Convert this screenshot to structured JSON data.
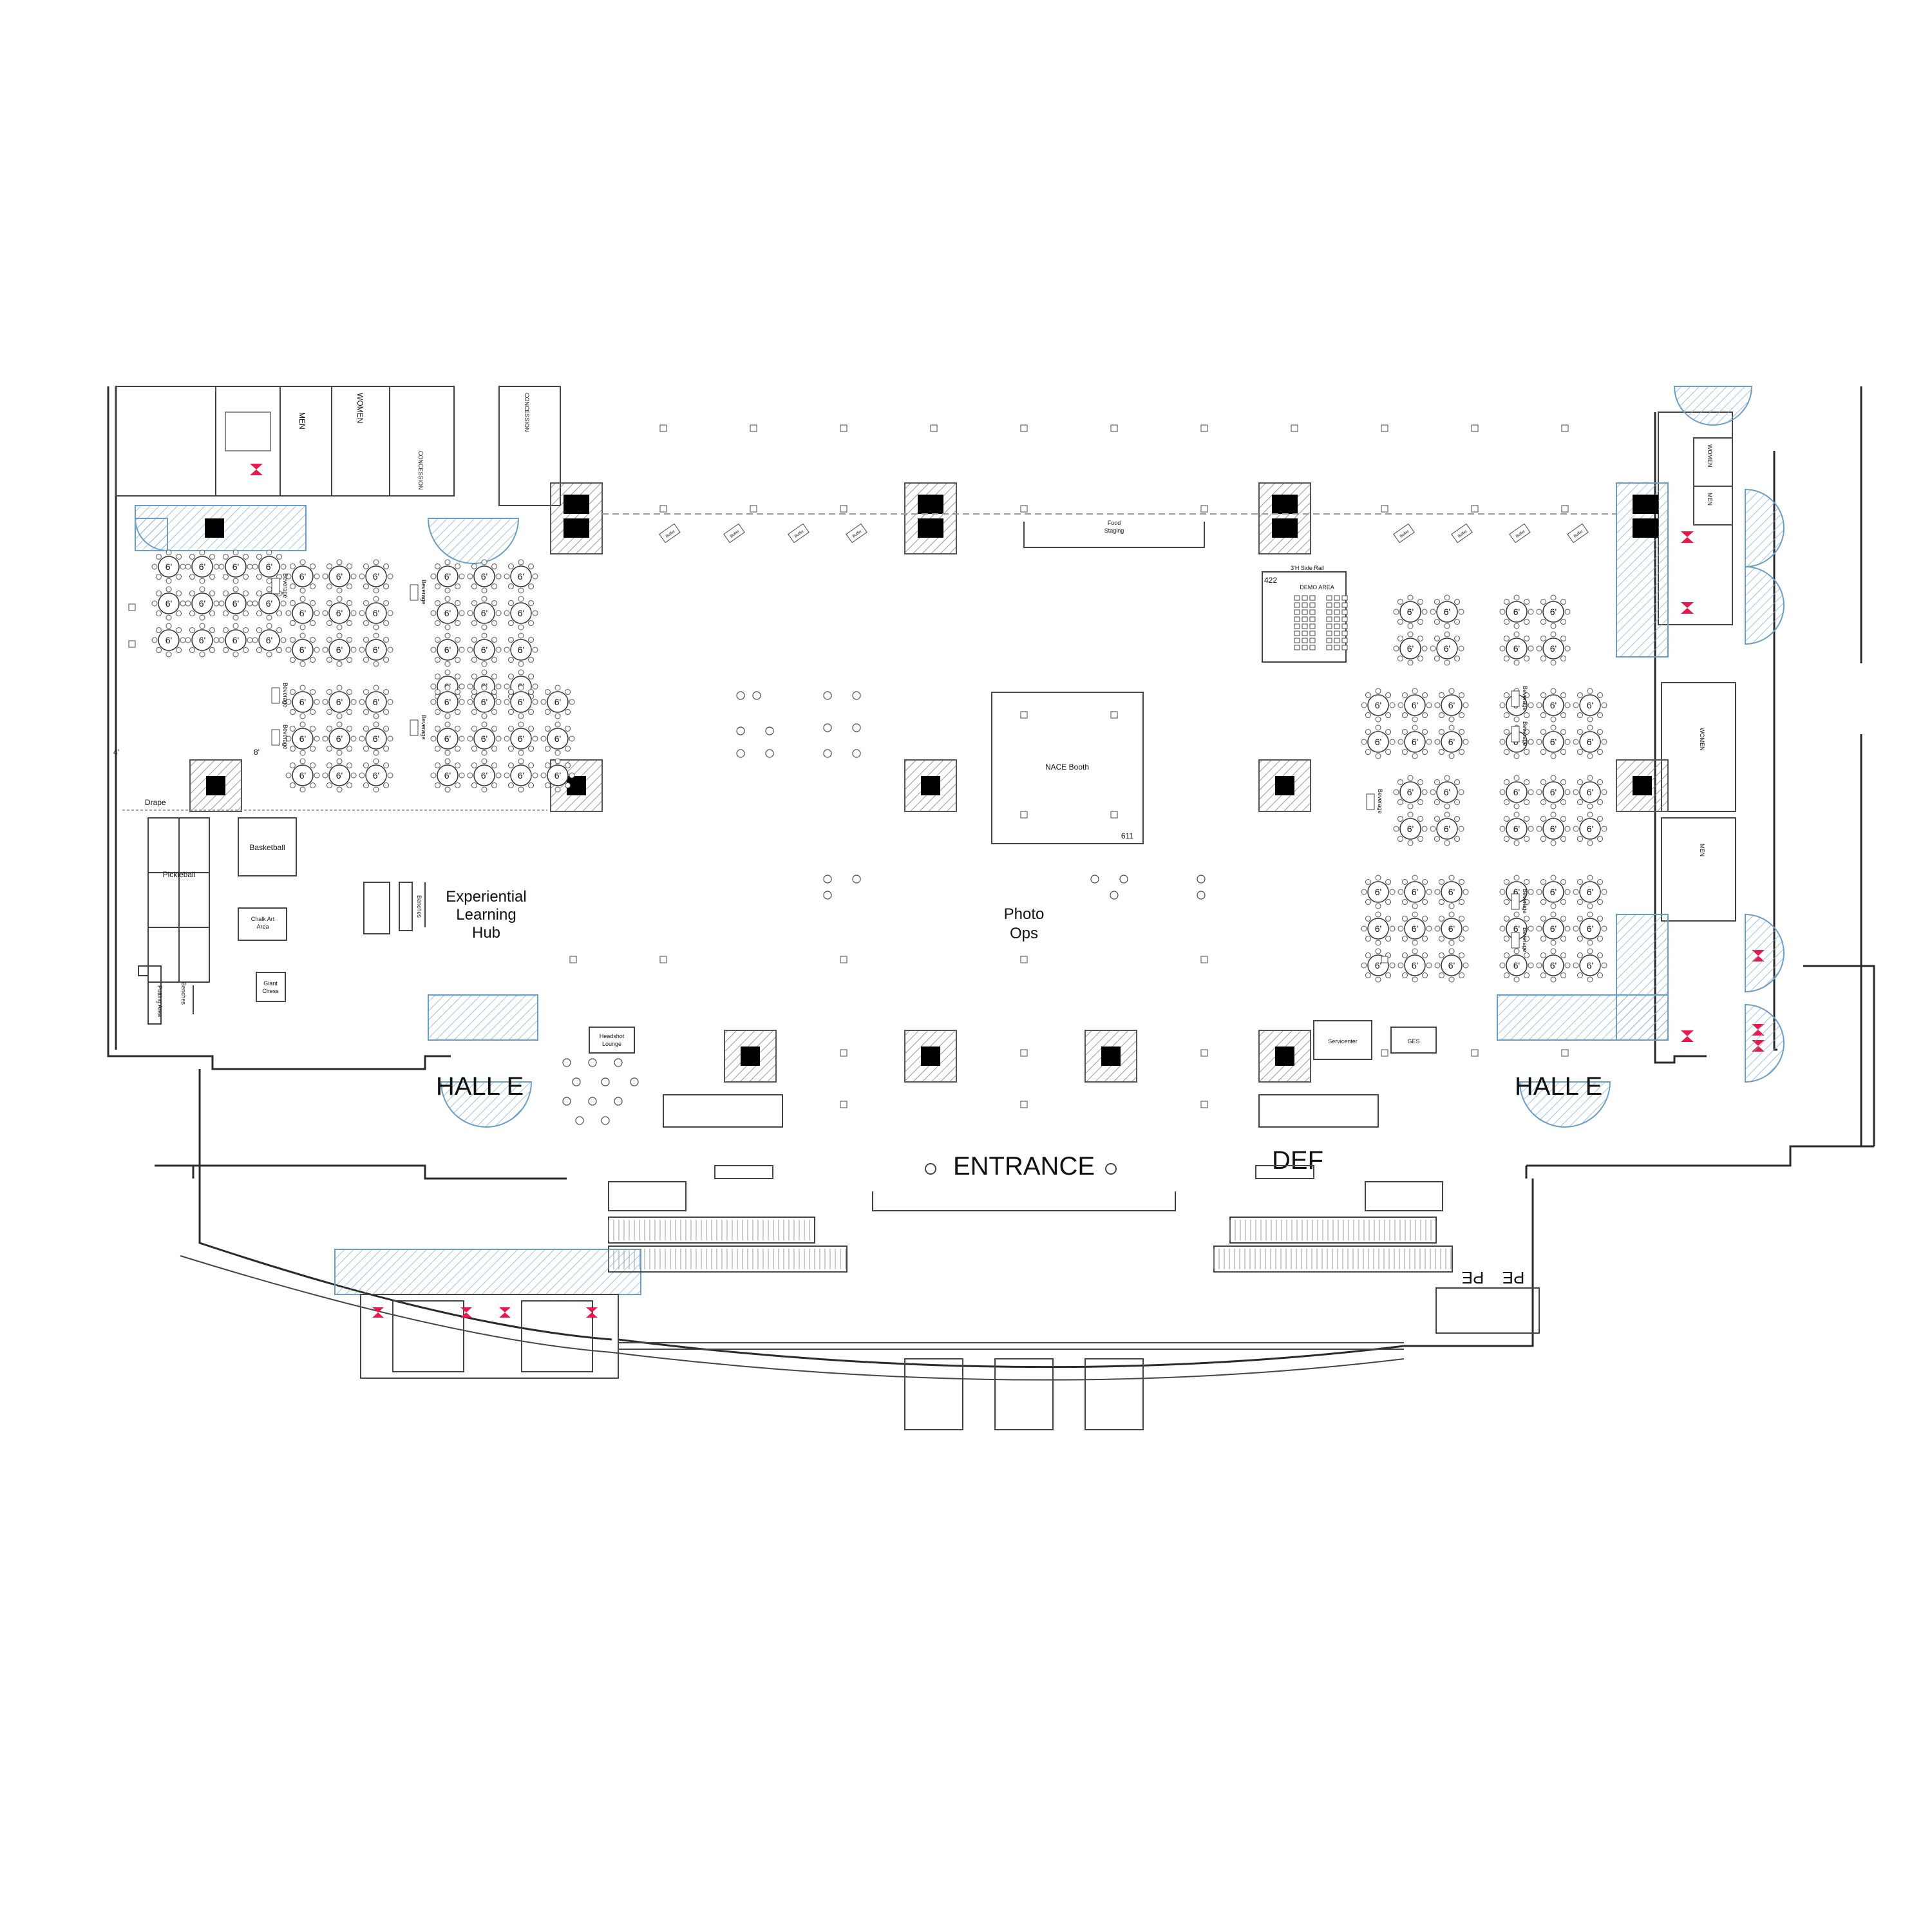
{
  "labels": {
    "entrance": "ENTRANCE",
    "hall_e_left": "HALL E",
    "hall_e_right": "HALL E",
    "def": "DEF",
    "pe1": "PE",
    "pe2": "PE",
    "photo_ops_1": "Photo",
    "photo_ops_2": "Ops",
    "exp_1": "Experiential",
    "exp_2": "Learning",
    "exp_3": "Hub",
    "nace_booth": "NACE Booth",
    "booth_611": "611",
    "booth_422": "422",
    "demo_area": "DEMO AREA",
    "side_rail": "3'H Side Rail",
    "food_staging_1": "Food",
    "food_staging_2": "Staging",
    "pickleball": "Pickleball",
    "basketball": "Basketball",
    "chalk_art_1": "Chalk Art",
    "chalk_art_2": "Area",
    "giant_chess_1": "Giant",
    "giant_chess_2": "Chess",
    "putting_area": "Putting Area",
    "benches_1": "Benches",
    "benches_2": "Benches",
    "drape": "Drape",
    "four_ft": "4'",
    "eight_ft": "8'",
    "headshot_1": "Headshot",
    "headshot_2": "Lounge",
    "servicenter": "Servicenter",
    "ges": "GES",
    "men_1": "MEN",
    "women_1": "WOMEN",
    "concession_1": "CONCESSION",
    "concession_2": "CONCESSION",
    "women_2": "WOMEN",
    "men_2": "MEN",
    "women_3": "WOMEN",
    "men_3": "MEN",
    "table_label": "6'",
    "beverage": "Beverage",
    "buffet": "Buffet"
  },
  "colors": {
    "wall": "#2a2a2a",
    "column": "#000000",
    "hatch": "#555555",
    "door_swing": "#6a9ec9",
    "exit_marker": "#e8194b"
  }
}
